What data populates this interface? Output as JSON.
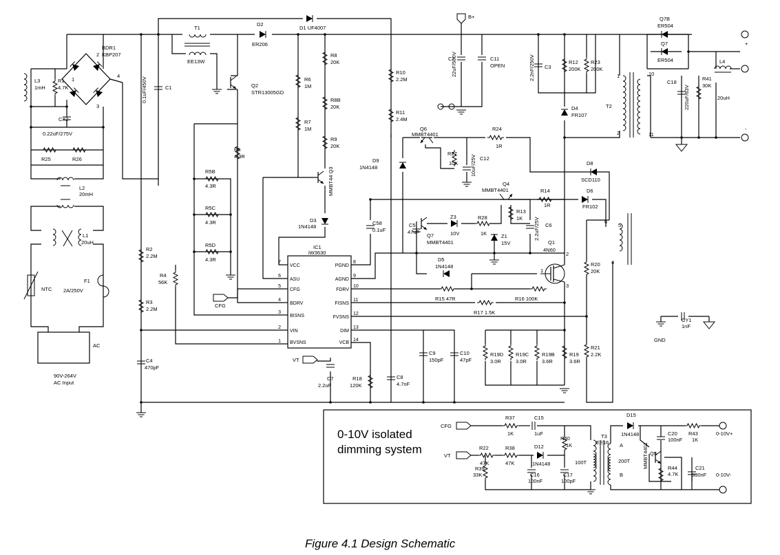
{
  "caption": "Figure 4.1  Design Schematic",
  "inset": {
    "title_line1": "0-10V isolated",
    "title_line2": "dimming system"
  },
  "ic": {
    "ref": "IC1",
    "part": "iW3630",
    "left_pins": [
      {
        "num": "7",
        "name": "VCC"
      },
      {
        "num": "6",
        "name": "ASU"
      },
      {
        "num": "5",
        "name": "CFG"
      },
      {
        "num": "4",
        "name": "BDRV"
      },
      {
        "num": "3",
        "name": "BISNS"
      },
      {
        "num": "2",
        "name": "VIN"
      },
      {
        "num": "1",
        "name": "BVSNS"
      }
    ],
    "right_pins": [
      {
        "num": "8",
        "name": "PGND"
      },
      {
        "num": "9",
        "name": "AGND"
      },
      {
        "num": "10",
        "name": "FDRV"
      },
      {
        "num": "11",
        "name": "FISNS"
      },
      {
        "num": "12",
        "name": "FVSNS"
      },
      {
        "num": "13",
        "name": "DIM"
      },
      {
        "num": "14",
        "name": "VCB"
      }
    ]
  },
  "labels": {
    "bdr1": "BDR1",
    "kbp207": "KBP207",
    "bdr_1": "1",
    "bdr_2": "2",
    "bdr_3": "3",
    "bdr_4": "4",
    "l3": "L3",
    "l3v": "1mH",
    "r1": "R1",
    "r1v": "4.7K",
    "cx2": "CX2",
    "cx2v": "0.22uF/275V",
    "r25": "R25",
    "r26": "R26",
    "l2": "L2",
    "l2v": "20mH",
    "l1": "L1",
    "l1v": "20uH",
    "ntc": "NTC",
    "f1": "F1",
    "f1v": "2A/250V",
    "ac": "AC",
    "acin1": "90V-264V",
    "acin2": "AC Input",
    "t1": "T1",
    "t1v": "EE13W",
    "c1v": "0.1uF/450V",
    "c1": "C1",
    "d2": "D2",
    "d2v": "ER206",
    "d1v": "D1 UF4007",
    "q2": "Q2",
    "q2v": "STR13005GD",
    "r5": "R5",
    "r5v": "4.3R",
    "r5b": "R5B",
    "r5bv": "4.3R",
    "r5c": "R5C",
    "r5cv": "4.3R",
    "r5d": "R5D",
    "r5dv": "4.3R",
    "r6": "R6",
    "r6v": "1M",
    "r7": "R7",
    "r7v": "1M",
    "r8": "R8",
    "r8v": "20K",
    "r8b": "R8B",
    "r8bv": "20K",
    "r9": "R9",
    "r9v": "20K",
    "q3": "MMBT44 Q3",
    "d3": "D3",
    "d3v": "1N4148",
    "r10": "R10",
    "r10v": "2.2M",
    "r11": "R11",
    "r11v": "2.4M",
    "d9": "D9",
    "d9v": "1N4148",
    "c58": "C58",
    "c58v": "0.1uF",
    "bplus": "B+",
    "c2": "C2",
    "c2v": "22uF/500V",
    "c11": "C11",
    "c11v": "OPEN",
    "q6": "Q6",
    "q6v": "MMBT4401",
    "r27": "R27",
    "r27v": "10K",
    "c12": "C12",
    "c12v": "10uF/25V",
    "r24": "R24",
    "r24v": "1R",
    "q4": "Q4",
    "q4v": "MMBT4401",
    "r14": "R14",
    "r14v": "1R",
    "r13": "R13",
    "r13v": "1K",
    "c6": "C6",
    "c6v": "2.2uF/25V",
    "c5": "C5",
    "c5v": "47uF",
    "q7": "Q7",
    "q7v": "MMBT4401",
    "z3": "Z3",
    "z3v": "10V",
    "r28": "R28",
    "r28v": "1K",
    "z1": "Z1",
    "z1v": "15V",
    "c3": "C3",
    "c3v": "2.2nF/250V",
    "r12": "R12",
    "r12v": "200K",
    "r23": "R23",
    "r23v": "200K",
    "d4": "D4",
    "d4v": "FR107",
    "t2": "T2",
    "d8": "D8",
    "d8v": "SCD110",
    "d6": "D6",
    "d6v": "FR102",
    "q1": "Q1",
    "q1v": "4N60",
    "d5": "D5",
    "d5v": "1N4148",
    "r15": "R15 47R",
    "r16": "R16 100K",
    "r17": "R17 1.5K",
    "r20": "R20",
    "r20v": "20K",
    "r21": "R21",
    "r21v": "2.2K",
    "r19d": "R19D",
    "r19dv": "3.0R",
    "r19c": "R19C",
    "r19cv": "3.0R",
    "r19b": "R19B",
    "r19bv": "3.6R",
    "r19": "R19",
    "r19v": "3.6R",
    "c9": "C9",
    "c9v": "150pF",
    "c10": "C10",
    "c10v": "47pF",
    "c7": "C7",
    "c7v": "2.2uF",
    "r18": "R18",
    "r18v": "120K",
    "c8": "C8",
    "c8v": "4.7nF",
    "r2": "R2",
    "r2v": "2.2M",
    "r3": "R3",
    "r3v": "2.2M",
    "r4": "R4",
    "r4v": "56K",
    "c4": "C4",
    "c4v": "470pF",
    "cfg": "CFG",
    "vt": "VT",
    "q7b": "Q7B",
    "q7bv": "ER504",
    "q7n": "Q7",
    "q7nv": "ER504",
    "c18": "C18",
    "c18v": "220uF/63V",
    "r41": "R41",
    "r41v": "30K",
    "l4": "L4",
    "l4v": "20uH",
    "plus": "+",
    "minus": "-",
    "t2_1": "1",
    "t2_2": "2",
    "t2_10": "10",
    "t2_11": "11",
    "t2_4": "4",
    "t2_5": "5",
    "t2_6": "6",
    "q1_1": "1",
    "q1_2": "2",
    "q1_3": "3",
    "cy1": "CY1",
    "cy1v": "1nF",
    "gnd": "GND",
    "i_cfg": "CFG",
    "i_vt": "VT",
    "r37": "R37",
    "r37v": "1K",
    "c15": "C15",
    "c15v": "1uF",
    "r40": "R40",
    "r40v": "1K",
    "r22": "R22",
    "r22v": "47K",
    "r38": "R38",
    "r38v": "47K",
    "r39": "R39",
    "r39v": "33K",
    "d12": "D12",
    "d12v": "1N4148",
    "c16": "C16",
    "c16v": "100nF",
    "c17": "C17",
    "c17v": "100pF",
    "t100": "100T",
    "t3": "T3",
    "t3v": "EE16",
    "ta": "A",
    "tb": "B",
    "t200": "200T",
    "d15": "D15",
    "d15v": "1N4148",
    "c20": "C20",
    "c20v": "100nF",
    "r43": "R43",
    "r43v": "1K",
    "q5": "Q5",
    "q5v": "MMBT4401",
    "r44": "R44",
    "r44v": "4.7K",
    "c21": "C21",
    "c21v": "330nF",
    "out_p": "0-10V+",
    "out_m": "0-10V-"
  }
}
